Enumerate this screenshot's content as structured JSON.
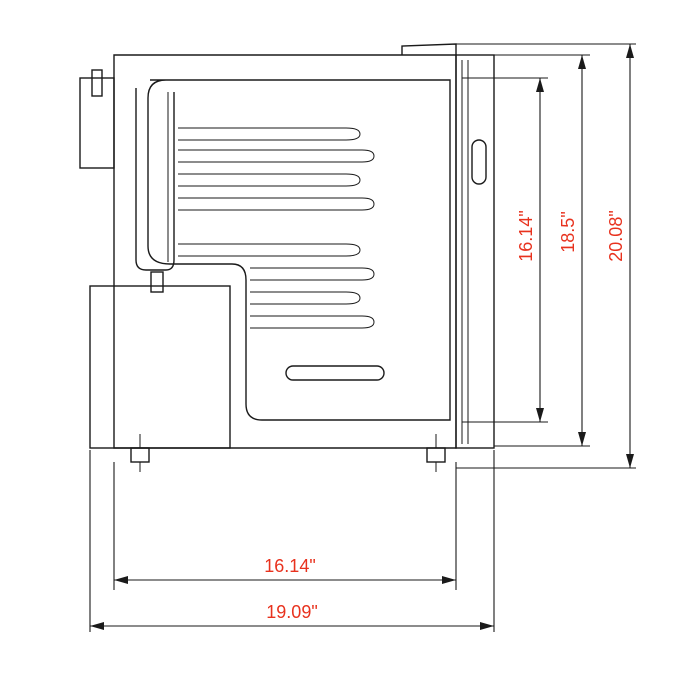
{
  "diagram": {
    "dimensions": {
      "bottom_inner": "16.14\"",
      "bottom_outer": "19.09\"",
      "right_inner": "16.14\"",
      "right_middle": "18.5\"",
      "right_outer": "20.08\""
    },
    "colors": {
      "line": "#1a1a1a",
      "dimension_text": "#e8321e",
      "background": "#ffffff"
    }
  }
}
